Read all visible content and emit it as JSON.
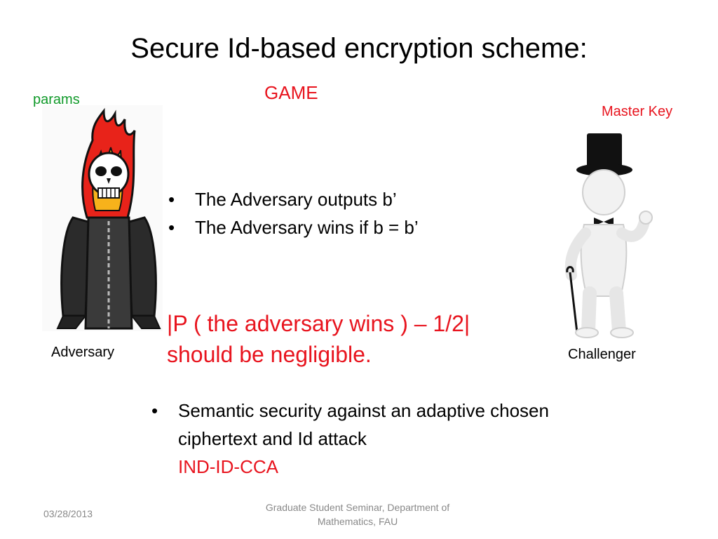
{
  "slide": {
    "title": "Secure Id-based encryption scheme:",
    "game_label": "GAME",
    "params_label": "params",
    "master_key_label": "Master Key",
    "adversary_caption": "Adversary",
    "challenger_caption": "Challenger",
    "bullets_top": [
      "The Adversary outputs b’",
      "The Adversary wins if b = b’"
    ],
    "probability_line1": "|P ( the adversary wins ) – 1/2|",
    "probability_line2": "should be negligible.",
    "bullet_bottom_line1": "Semantic security against an adaptive chosen",
    "bullet_bottom_line2": "ciphertext and Id attack",
    "bullet_bottom_line3": "IND-ID-CCA"
  },
  "footer": {
    "date": "03/28/2013",
    "center_line1": "Graduate Student Seminar, Department of",
    "center_line2": "Mathematics, FAU"
  },
  "colors": {
    "accent_red": "#e8141e",
    "params_green": "#119a2a",
    "footer_gray": "#888888"
  },
  "icons": {
    "adversary": "flaming-skull-biker-illustration",
    "challenger": "top-hat-figure-with-cane-illustration"
  }
}
